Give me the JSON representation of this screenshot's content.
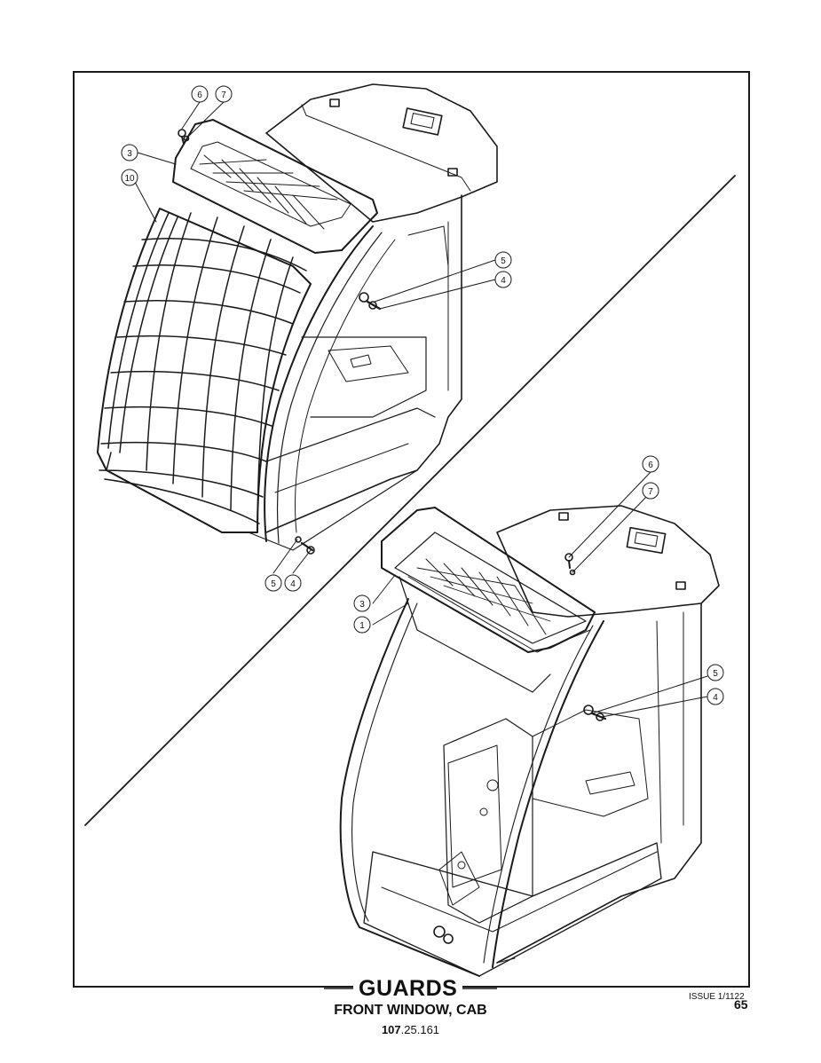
{
  "title": "GUARDS",
  "subtitle": "FRONT WINDOW, CAB",
  "reference": {
    "prefix": "107",
    "suffix": ".25.161"
  },
  "issue": "ISSUE 1/1122",
  "page_number": "65",
  "callouts_upper": [
    "6",
    "7",
    "3",
    "10",
    "5",
    "4",
    "5",
    "4"
  ],
  "callouts_lower": [
    "6",
    "7",
    "3",
    "1",
    "5",
    "4"
  ]
}
